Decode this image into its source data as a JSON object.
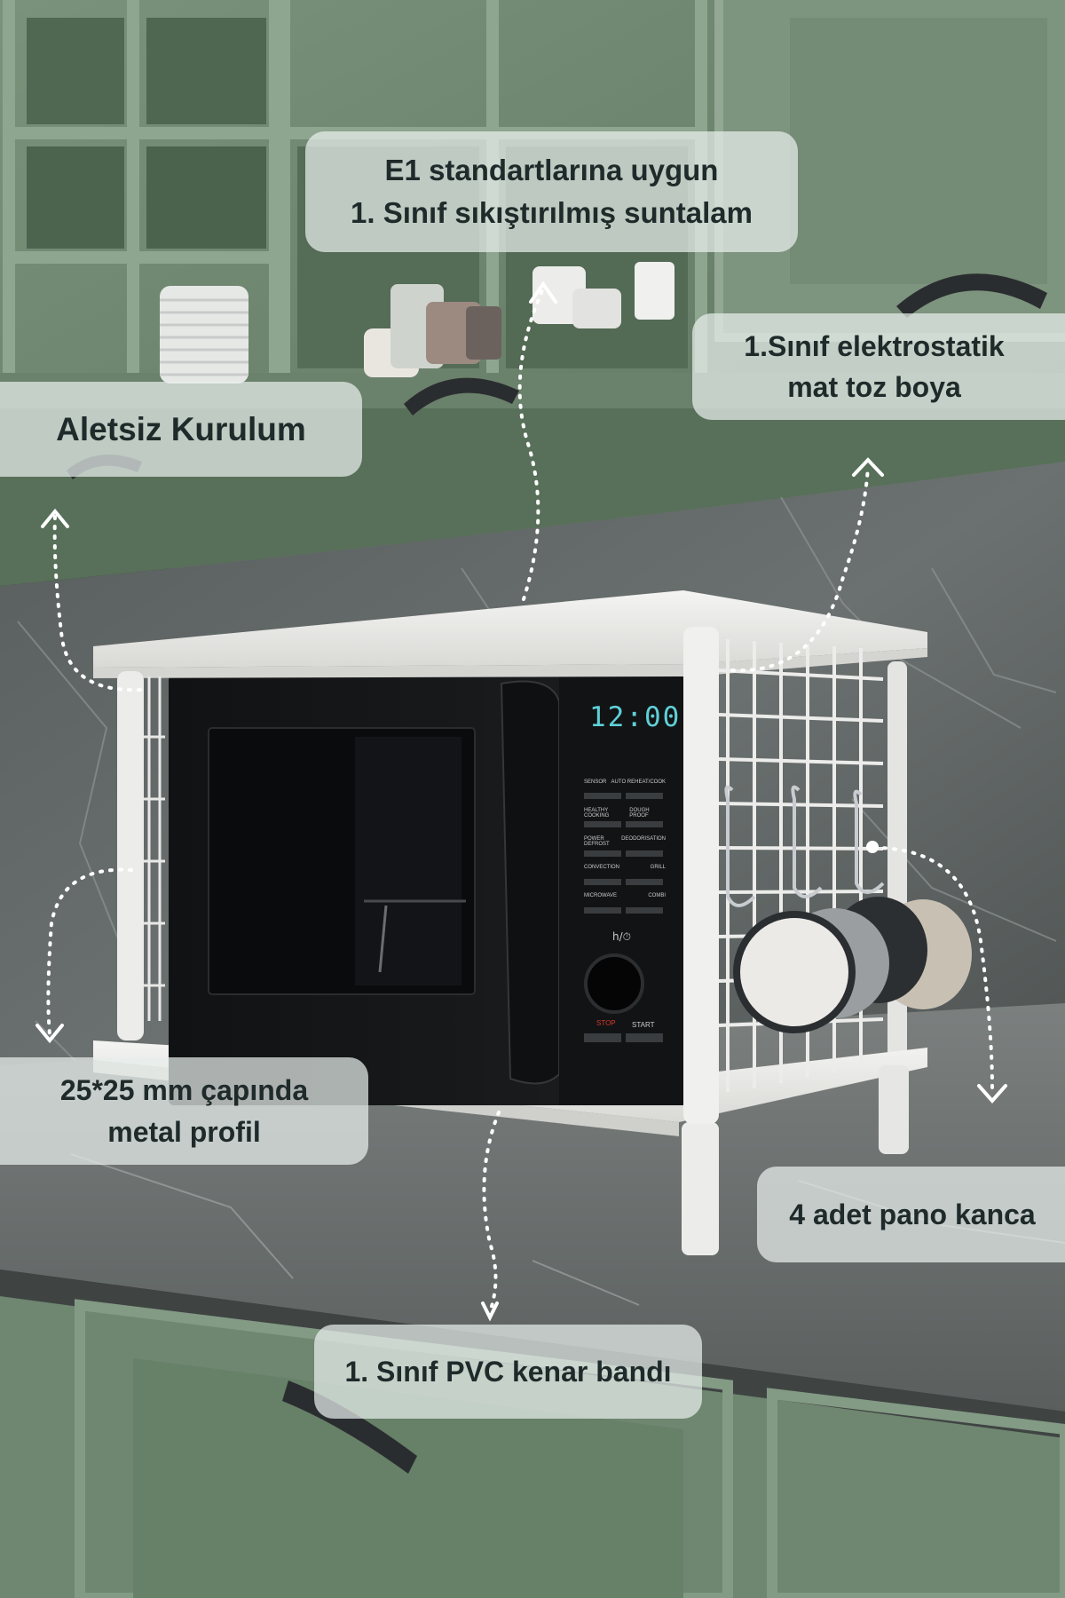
{
  "callouts": {
    "panel": {
      "line1": "E1 standartlarına uygun",
      "line2": "1. Sınıf sıkıştırılmış suntalam"
    },
    "paint": {
      "line1": "1.Sınıf elektrostatik",
      "line2": "mat toz boya"
    },
    "setup": {
      "line1": "Aletsiz Kurulum"
    },
    "profile": {
      "line1": "25*25 mm çapında",
      "line2": "metal profil"
    },
    "hooks": {
      "line1": "4 adet pano kanca"
    },
    "edge": {
      "line1": "1. Sınıf PVC kenar bandı"
    }
  },
  "microwave": {
    "display_time": "12:00",
    "buttons": [
      "SENSOR",
      "AUTO REHEAT/COOK",
      "HEALTHY COOKING",
      "DOUGH PROOF",
      "POWER DEFROST",
      "DEODORISATION",
      "CONVECTION",
      "GRILL",
      "MICROWAVE",
      "COMBI"
    ],
    "power_symbol": "h/⏱",
    "stop_label": "STOP",
    "start_label": "START"
  },
  "colors": {
    "cabinet_green": "#6f8670",
    "marble": "#5d6261",
    "callout_bg": "#e8eeec",
    "text": "#1f2a2a",
    "display": "#5fd0d8",
    "stop": "#d23a2a"
  }
}
